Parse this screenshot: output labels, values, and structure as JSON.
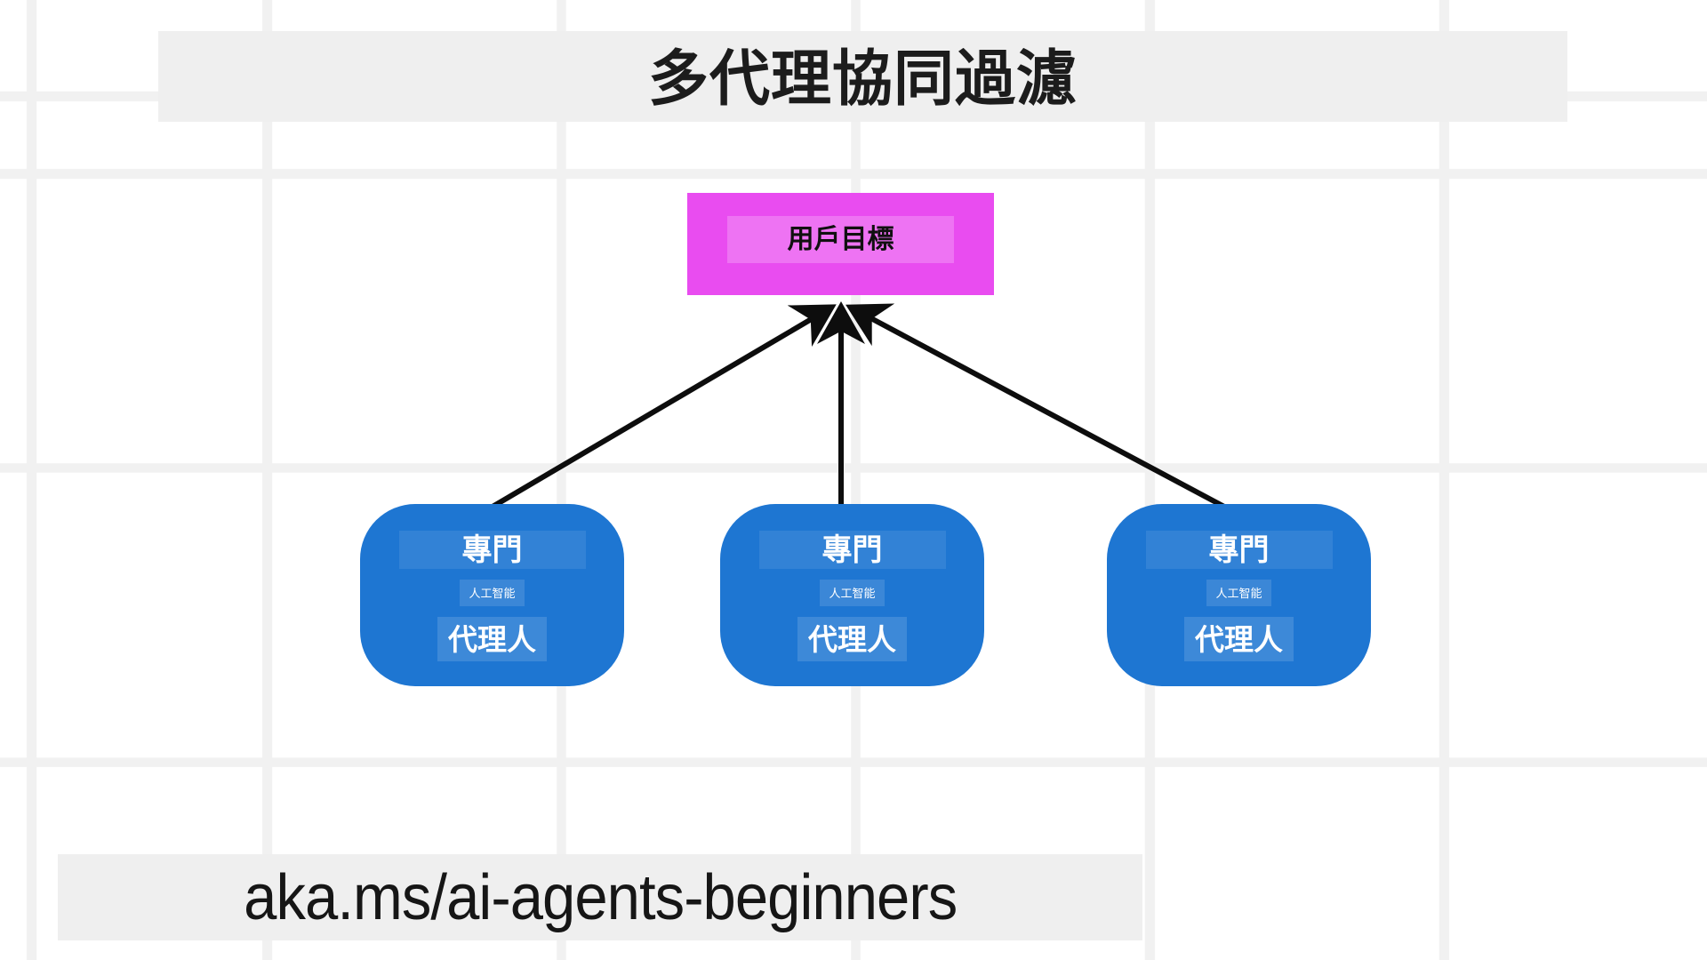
{
  "page": {
    "background_color": "#ffffff",
    "grid_line_color": "#f1f1f1",
    "banner_color": "#efefef"
  },
  "header": {
    "title": "多代理協同過濾"
  },
  "diagram": {
    "goal_node": {
      "label": "用戶目標",
      "color": "#e94cf0"
    },
    "agent_color": "#1e76d2",
    "arrow_color": "#0d0d0d",
    "agent_nodes": [
      {
        "line1": "專門",
        "line2": "人工智能",
        "line3": "代理人"
      },
      {
        "line1": "專門",
        "line2": "人工智能",
        "line3": "代理人"
      },
      {
        "line1": "專門",
        "line2": "人工智能",
        "line3": "代理人"
      }
    ]
  },
  "footer": {
    "link_text": "aka.ms/ai-agents-beginners"
  }
}
